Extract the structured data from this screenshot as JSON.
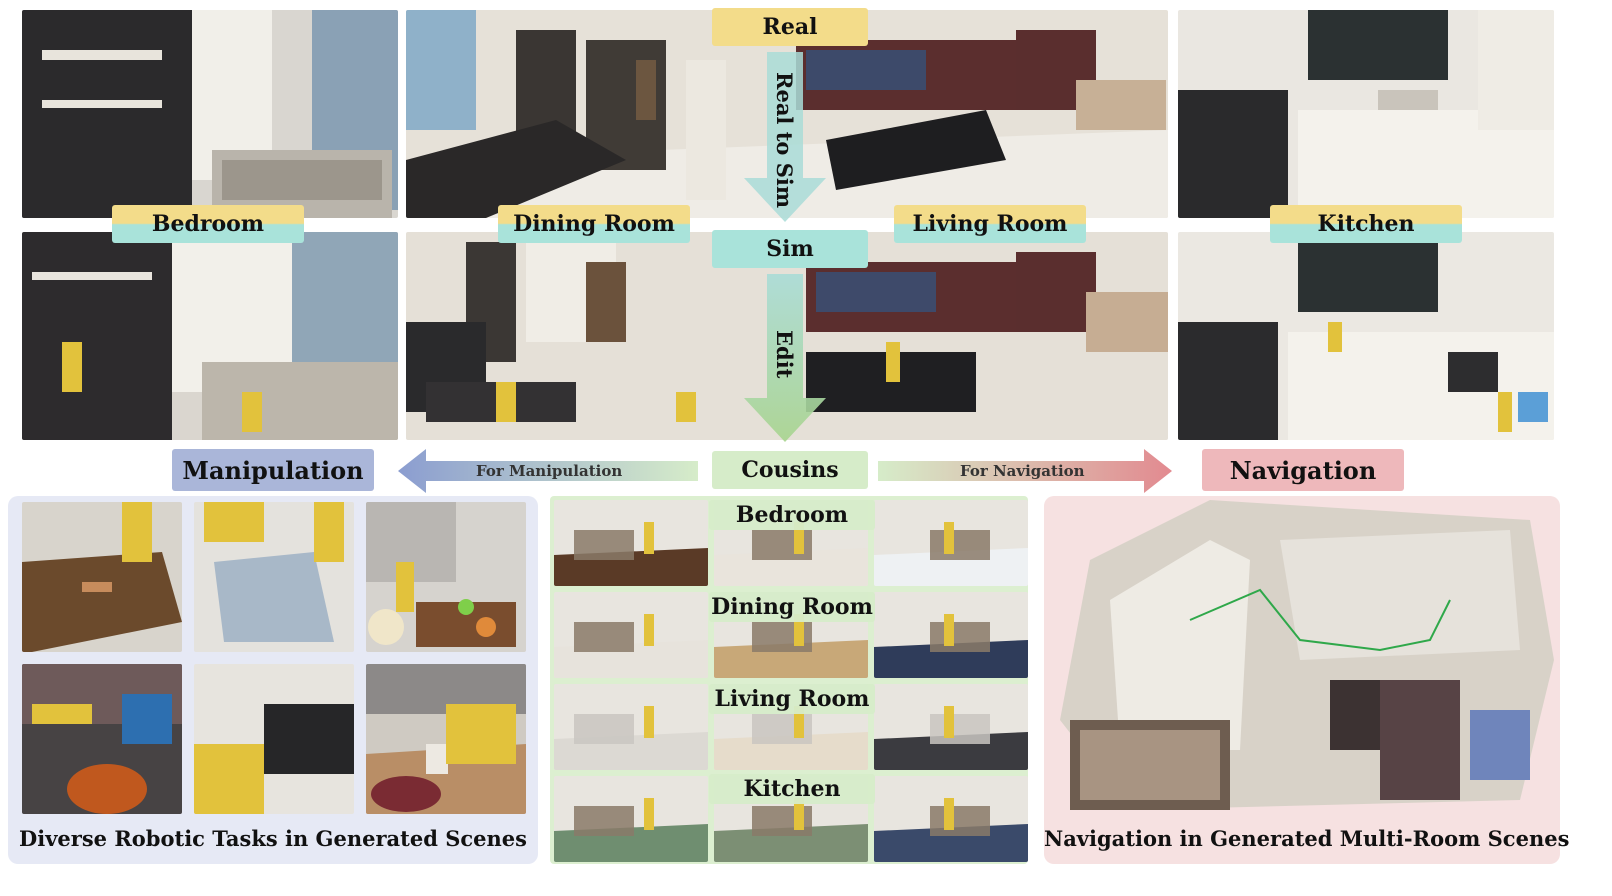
{
  "pipeline": {
    "real_label": "Real",
    "real_to_sim_label": "Real to Sim",
    "sim_label": "Sim",
    "edit_label": "Edit",
    "cousins_label": "Cousins"
  },
  "rooms": [
    {
      "label": "Bedroom"
    },
    {
      "label": "Dining Room"
    },
    {
      "label": "Living Room"
    },
    {
      "label": "Kitchen"
    }
  ],
  "manipulation": {
    "label": "Manipulation",
    "arrow_label": "For Manipulation",
    "caption": "Diverse Robotic Tasks in Generated Scenes"
  },
  "navigation": {
    "label": "Navigation",
    "arrow_label": "For Navigation",
    "caption": "Navigation in Generated Multi-Room Scenes"
  },
  "cousins": {
    "rows": [
      {
        "label": "Bedroom"
      },
      {
        "label": "Dining Room"
      },
      {
        "label": "Living Room"
      },
      {
        "label": "Kitchen"
      }
    ]
  },
  "colors": {
    "yellow": "#f3dc8a",
    "teal": "#a9e3da",
    "green_arrow": "#a8d48e",
    "manipulation_blue": "#aab6d9",
    "navigation_pink": "#eeb8bb",
    "manip_panel": "#e6e9f5",
    "nav_panel": "#f6e1e1",
    "cousins_panel": "#dcefd0"
  }
}
